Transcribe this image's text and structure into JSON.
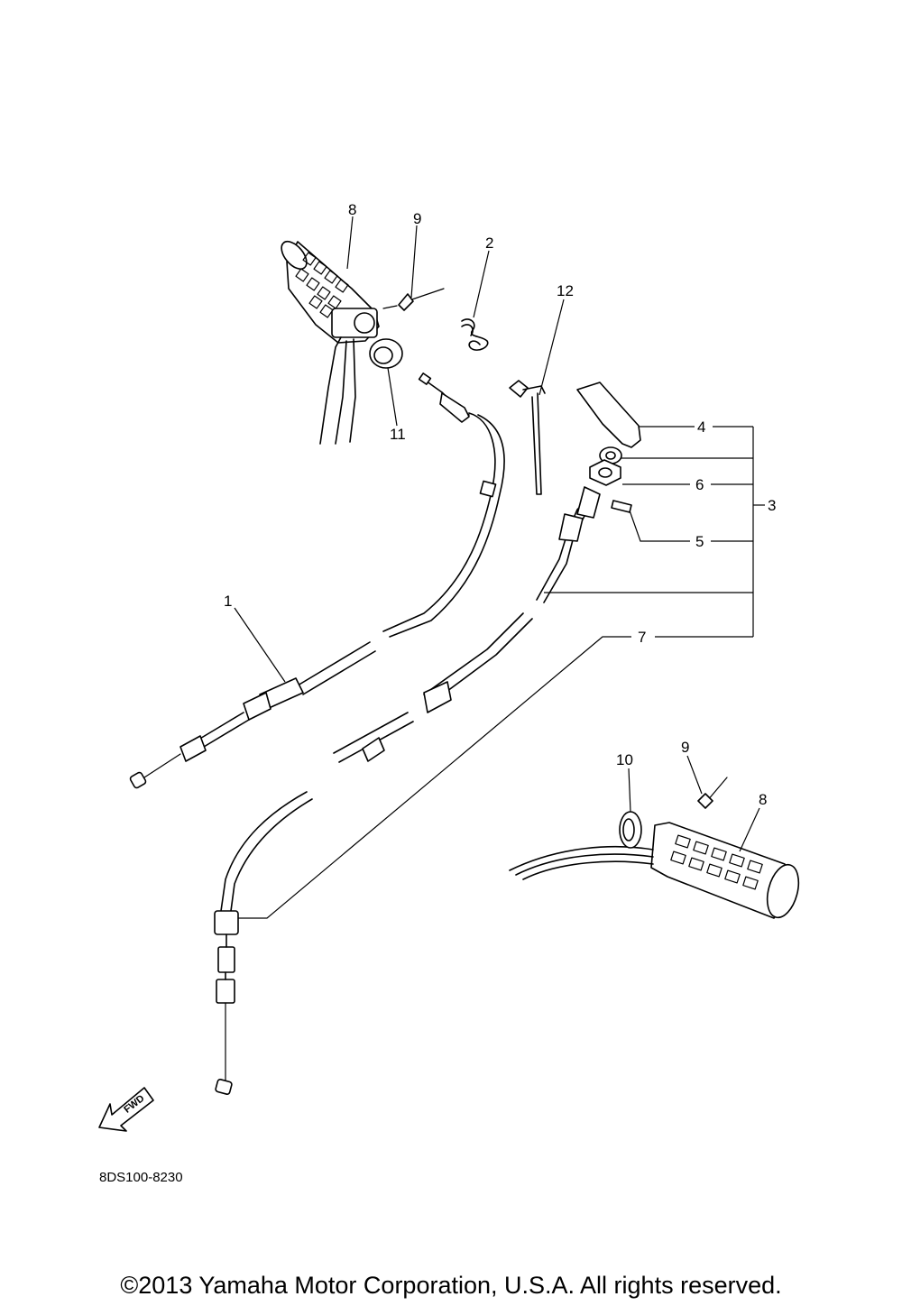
{
  "diagram_code": "8DS100-8230",
  "direction_label": "FWD",
  "copyright": "©2013 Yamaha Motor Corporation, U.S.A. All rights reserved.",
  "callouts": {
    "c1": "1",
    "c2": "2",
    "c3": "3",
    "c4": "4",
    "c5": "5",
    "c6": "6",
    "c7": "7",
    "c8a": "8",
    "c8b": "8",
    "c9a": "9",
    "c9b": "9",
    "c10": "10",
    "c11": "11",
    "c12": "12"
  }
}
